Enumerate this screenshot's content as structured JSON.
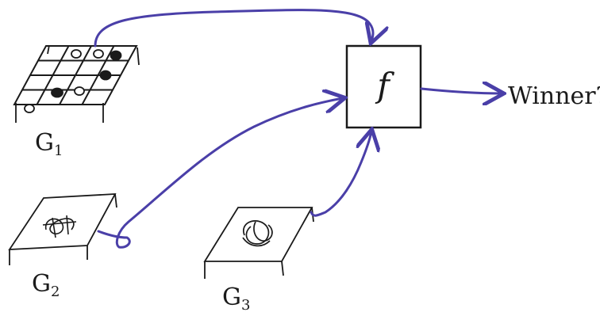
{
  "boards": [
    {
      "id": "G1",
      "label_main": "G",
      "label_sub": "1"
    },
    {
      "id": "G2",
      "label_main": "G",
      "label_sub": "2"
    },
    {
      "id": "G3",
      "label_main": "G",
      "label_sub": "3"
    }
  ],
  "function_box": {
    "label": "f"
  },
  "output": {
    "label": "Winner?"
  },
  "colors": {
    "arrow": "#4a3fa8",
    "ink": "#1a1a1a",
    "background": "#ffffff"
  },
  "icons": {
    "board1": "go-board-grid-icon",
    "board2": "tangle-sketch-icon",
    "board3": "knot-sketch-icon"
  }
}
